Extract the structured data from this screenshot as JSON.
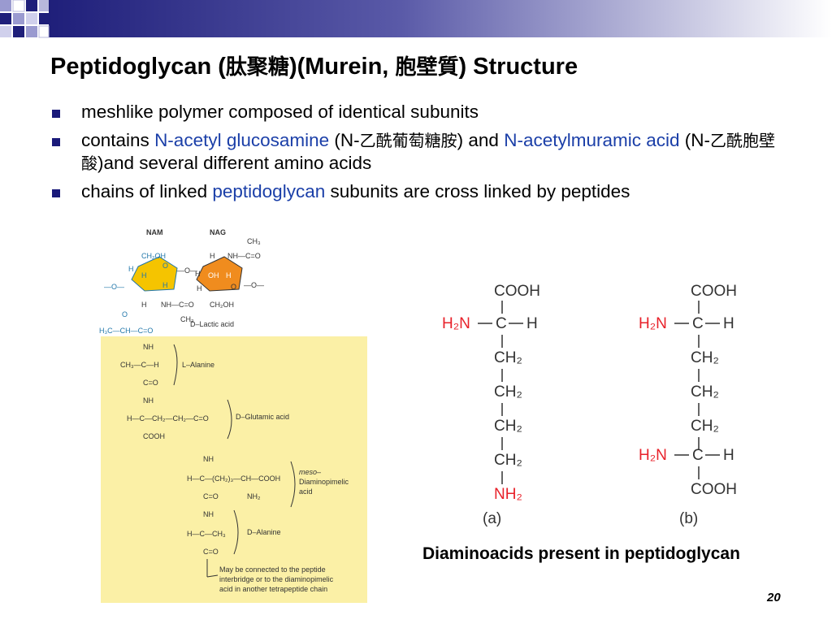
{
  "title": {
    "part1": "Peptidoglycan (",
    "cjk1": "肽聚糖",
    "part2": ")(Murein, ",
    "cjk2": "胞壁質",
    "part3": ") Structure"
  },
  "bullets": [
    {
      "text": "meshlike polymer composed of identical subunits"
    },
    {
      "t1": "contains ",
      "t2": "N-acetyl glucosamine",
      "t3": " (N-",
      "t3c": "乙酰葡萄糖胺",
      "t4": ") and ",
      "t5": "N-acetylmuramic acid",
      "t6": " (N-",
      "t6c": "乙酰胞壁酸",
      "t7": ")and several different amino acids"
    },
    {
      "t1": "chains of linked ",
      "t2": "peptidoglycan",
      "t3": " subunits are cross linked by peptides"
    }
  ],
  "left_figure": {
    "nam": "NAM",
    "nag": "NAG",
    "lactic": "D–Lactic acid",
    "lalanine": "L–Alanine",
    "dglutamic": "D–Glutamic acid",
    "meso1": "meso–",
    "meso2": "Diaminopimelic",
    "meso3": "acid",
    "dalanine": "D–Alanine",
    "note1": "May be connected to the peptide",
    "note2": "interbridge or to the diaminopimelic",
    "note3": "acid in another tetrapeptide chain"
  },
  "right_figure": {
    "a": {
      "top": "COOH",
      "h2n": "H₂N",
      "c": "C",
      "h": "H",
      "ch2": "CH₂",
      "bottom": "NH₂",
      "label": "(a)"
    },
    "b": {
      "top": "COOH",
      "h2n": "H₂N",
      "c": "C",
      "h": "H",
      "ch2": "CH₂",
      "bottom": "COOH",
      "label": "(b)"
    }
  },
  "caption": "Diaminoacids present in peptidoglycan",
  "page_number": "20",
  "colors": {
    "banner_dark": "#1f1f7a",
    "accent_blue": "#1b3fa8",
    "amine_red": "#e8212a",
    "figure_bg": "#fbf0a6"
  }
}
